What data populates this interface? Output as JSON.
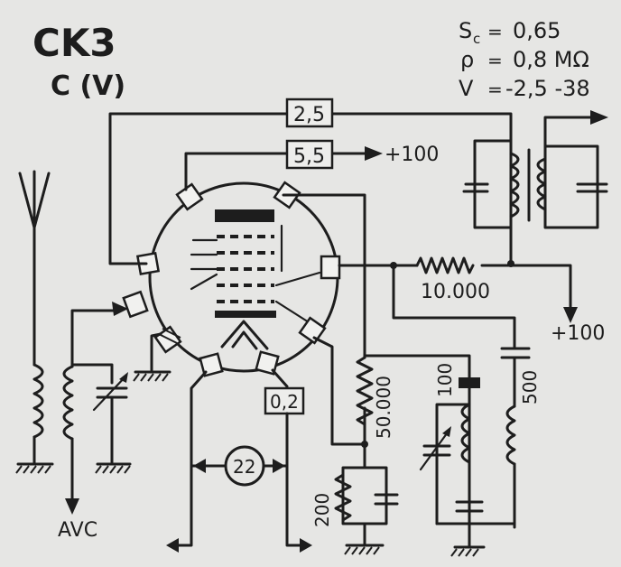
{
  "tube": {
    "name": "CK3",
    "variant": "C (V)"
  },
  "specs": {
    "sc": "0,65",
    "rho": "0,8 MΩ",
    "v": "-2,5 -38"
  },
  "labels": {
    "r_top": "2,5",
    "r_mid": "5,5",
    "b_plus_top": "+100",
    "r_anode": "10.000",
    "b_plus_right": "+100",
    "r_bias": "0,2",
    "heater": "22",
    "r_grid": "50.000",
    "r_cath": "200",
    "cap_100": "100",
    "cap_500": "500",
    "avc": "AVC"
  }
}
